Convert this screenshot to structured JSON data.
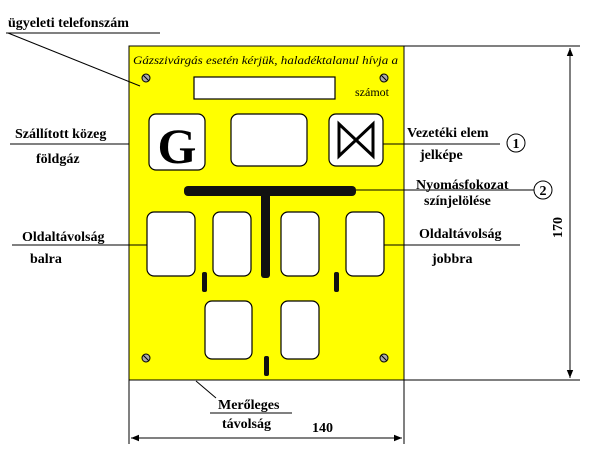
{
  "labels": {
    "phone": "ügyeleti telefonszám",
    "medium": "Szállított közeg",
    "medium_value": "földgáz",
    "side_left": "Oldaltávolság",
    "side_left_dir": "balra",
    "element": "Vezetéki elem",
    "element_sub": "jelképe",
    "pressure": "Nyomásfokozat",
    "pressure_sub": "színjelölése",
    "side_right": "Oldaltávolság",
    "side_right_dir": "jobbra",
    "perpendicular": "Merőleges",
    "perpendicular_sub": "távolság"
  },
  "plate": {
    "color": "#FFFF00",
    "notice_text": "Gázszivárgás esetén kérjük, haladéktalanul hívja a",
    "notice_suffix": "számot",
    "gas_letter": "G",
    "valve_symbol": "⋈"
  },
  "markers": {
    "one": "1",
    "two": "2"
  },
  "dimensions": {
    "width": "140",
    "height": "170"
  }
}
